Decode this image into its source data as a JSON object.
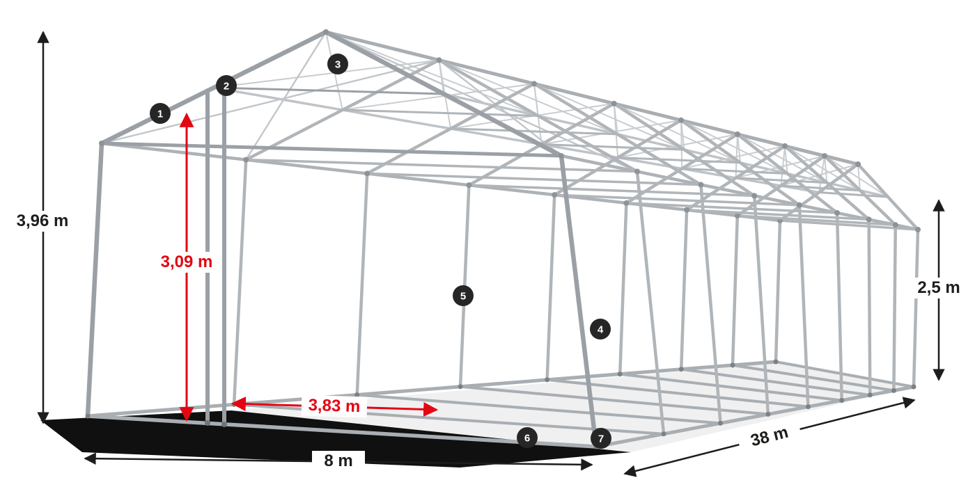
{
  "dimensions": {
    "total_height": {
      "label": "3,96 m",
      "color": "#1d1d1b"
    },
    "clearance_height": {
      "label": "3,09 m",
      "color": "#e30613"
    },
    "side_height": {
      "label": "2,5 m",
      "color": "#1d1d1b"
    },
    "width": {
      "label": "8 m",
      "color": "#1d1d1b"
    },
    "length": {
      "label": "38 m",
      "color": "#1d1d1b"
    },
    "bay_spacing": {
      "label": "3,83 m",
      "color": "#e30613"
    }
  },
  "markers": [
    "1",
    "2",
    "3",
    "4",
    "5",
    "6",
    "7"
  ],
  "colors": {
    "accent_red": "#e30613",
    "dimension_black": "#1d1d1b",
    "marker_background": "#262626",
    "frame_steel": "#adb2b6",
    "background": "#ffffff"
  }
}
